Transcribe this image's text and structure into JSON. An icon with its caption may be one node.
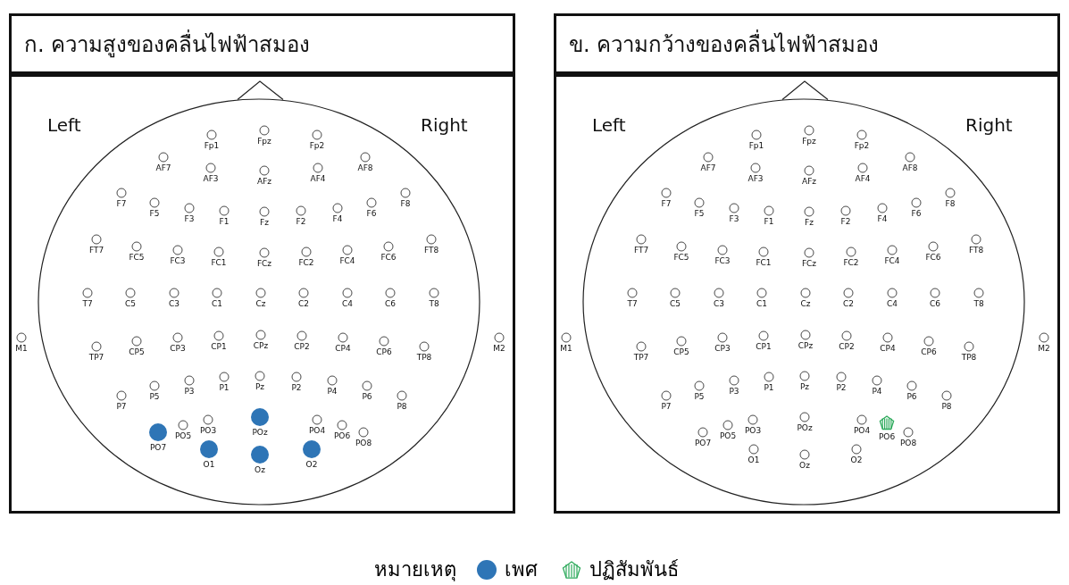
{
  "diagram": {
    "nodes": [
      {
        "text": [
          "ก. ความสูงของคลื่นไฟฟ้าสมอง"
        ]
      },
      {
        "text": [
          "ข. ความกว้างของคลื่นไฟฟ้าสมอง"
        ]
      }
    ],
    "labels": [
      "Left",
      "Right",
      "Fp1",
      "Fpz",
      "Fp2",
      "AF7",
      "AF3",
      "AFz",
      "AF4",
      "AF8",
      "F7",
      "F5",
      "F3",
      "F1",
      "Fz",
      "F2",
      "F4",
      "F6",
      "F8",
      "FT7",
      "FC5",
      "FC3",
      "FC1",
      "FCz",
      "FC2",
      "FC4",
      "FC6",
      "FT8",
      "T7",
      "C5",
      "C3",
      "C1",
      "Cz",
      "C2",
      "C4",
      "C6",
      "T8",
      "M1",
      "TP7",
      "CP5",
      "CP3",
      "CP1",
      "CPz",
      "CP2",
      "CP4",
      "CP6",
      "TP8",
      "M2",
      "P7",
      "P5",
      "P3",
      "P1",
      "Pz",
      "P2",
      "P4",
      "P6",
      "P8",
      "PO7",
      "PO5",
      "PO3",
      "POz",
      "PO4",
      "PO6",
      "PO8",
      "O1",
      "Oz",
      "O2",
      "Left",
      "Right",
      "Fp1",
      "Fpz",
      "Fp2",
      "AF7",
      "AF3",
      "AFz",
      "AF4",
      "AF8",
      "F7",
      "F5",
      "F3",
      "F1",
      "Fz",
      "F2",
      "F4",
      "F6",
      "F8",
      "FT7",
      "FC5",
      "FC3",
      "FC1",
      "FCz",
      "FC2",
      "FC4",
      "FC6",
      "FT8",
      "T7",
      "C5",
      "C3",
      "C1",
      "Cz",
      "C2",
      "C4",
      "C6",
      "T8",
      "M1",
      "TP7",
      "CP5",
      "CP3",
      "CP1",
      "CPz",
      "CP2",
      "CP4",
      "CP6",
      "TP8",
      "M2",
      "P7",
      "P5",
      "P3",
      "P1",
      "Pz",
      "P2",
      "P4",
      "P6",
      "P8",
      "PO7",
      "PO5",
      "PO3",
      "POz",
      "PO4",
      "PO6",
      "PO8",
      "O1",
      "Oz",
      "O2",
      "หมายเหตุ"
    ],
    "legend": [
      {
        "text": "เพศ",
        "color": "#2e75b6"
      },
      {
        "text": "ปฏิสัมพันธ์"
      }
    ]
  }
}
